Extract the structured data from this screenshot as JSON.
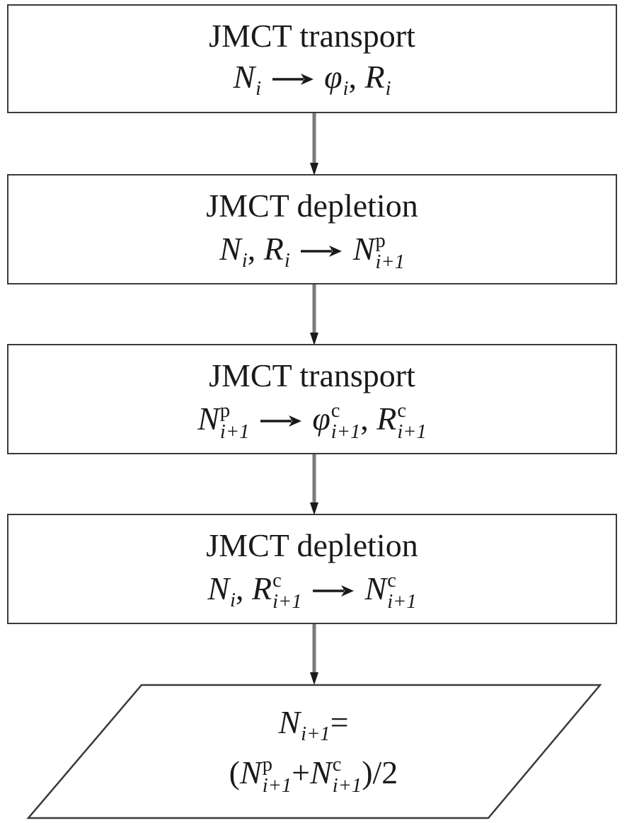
{
  "steps": [
    {
      "title": "JMCT transport",
      "formula": {
        "in": [
          {
            "v": "N",
            "sub": "i"
          }
        ],
        "out": [
          {
            "v": "φ",
            "sub": "i"
          },
          {
            "v": "R",
            "sub": "i"
          }
        ]
      }
    },
    {
      "title": "JMCT depletion",
      "formula": {
        "in": [
          {
            "v": "N",
            "sub": "i"
          },
          {
            "v": "R",
            "sub": "i"
          }
        ],
        "out": [
          {
            "v": "N",
            "sup": "p",
            "sub": "i+1"
          }
        ]
      }
    },
    {
      "title": "JMCT transport",
      "formula": {
        "in": [
          {
            "v": "N",
            "sup": "p",
            "sub": "i+1"
          }
        ],
        "out": [
          {
            "v": "φ",
            "sup": "c",
            "sub": "i+1"
          },
          {
            "v": "R",
            "sup": "c",
            "sub": "i+1"
          }
        ]
      }
    },
    {
      "title": "JMCT depletion",
      "formula": {
        "in": [
          {
            "v": "N",
            "sub": "i"
          },
          {
            "v": "R",
            "sup": "c",
            "sub": "i+1"
          }
        ],
        "out": [
          {
            "v": "N",
            "sup": "c",
            "sub": "i+1"
          }
        ]
      }
    }
  ],
  "result": {
    "lhs": {
      "v": "N",
      "sub": "i+1"
    },
    "equals": "=",
    "open": "(",
    "term1": {
      "v": "N",
      "sup": "p",
      "sub": "i+1"
    },
    "plus": "+",
    "term2": {
      "v": "N",
      "sup": "c",
      "sub": "i+1"
    },
    "close": ")/2"
  },
  "colors": {
    "stroke": "#3a3a3a",
    "connector": "#7a7a7a",
    "arrowhead": "#1a1a1a"
  }
}
